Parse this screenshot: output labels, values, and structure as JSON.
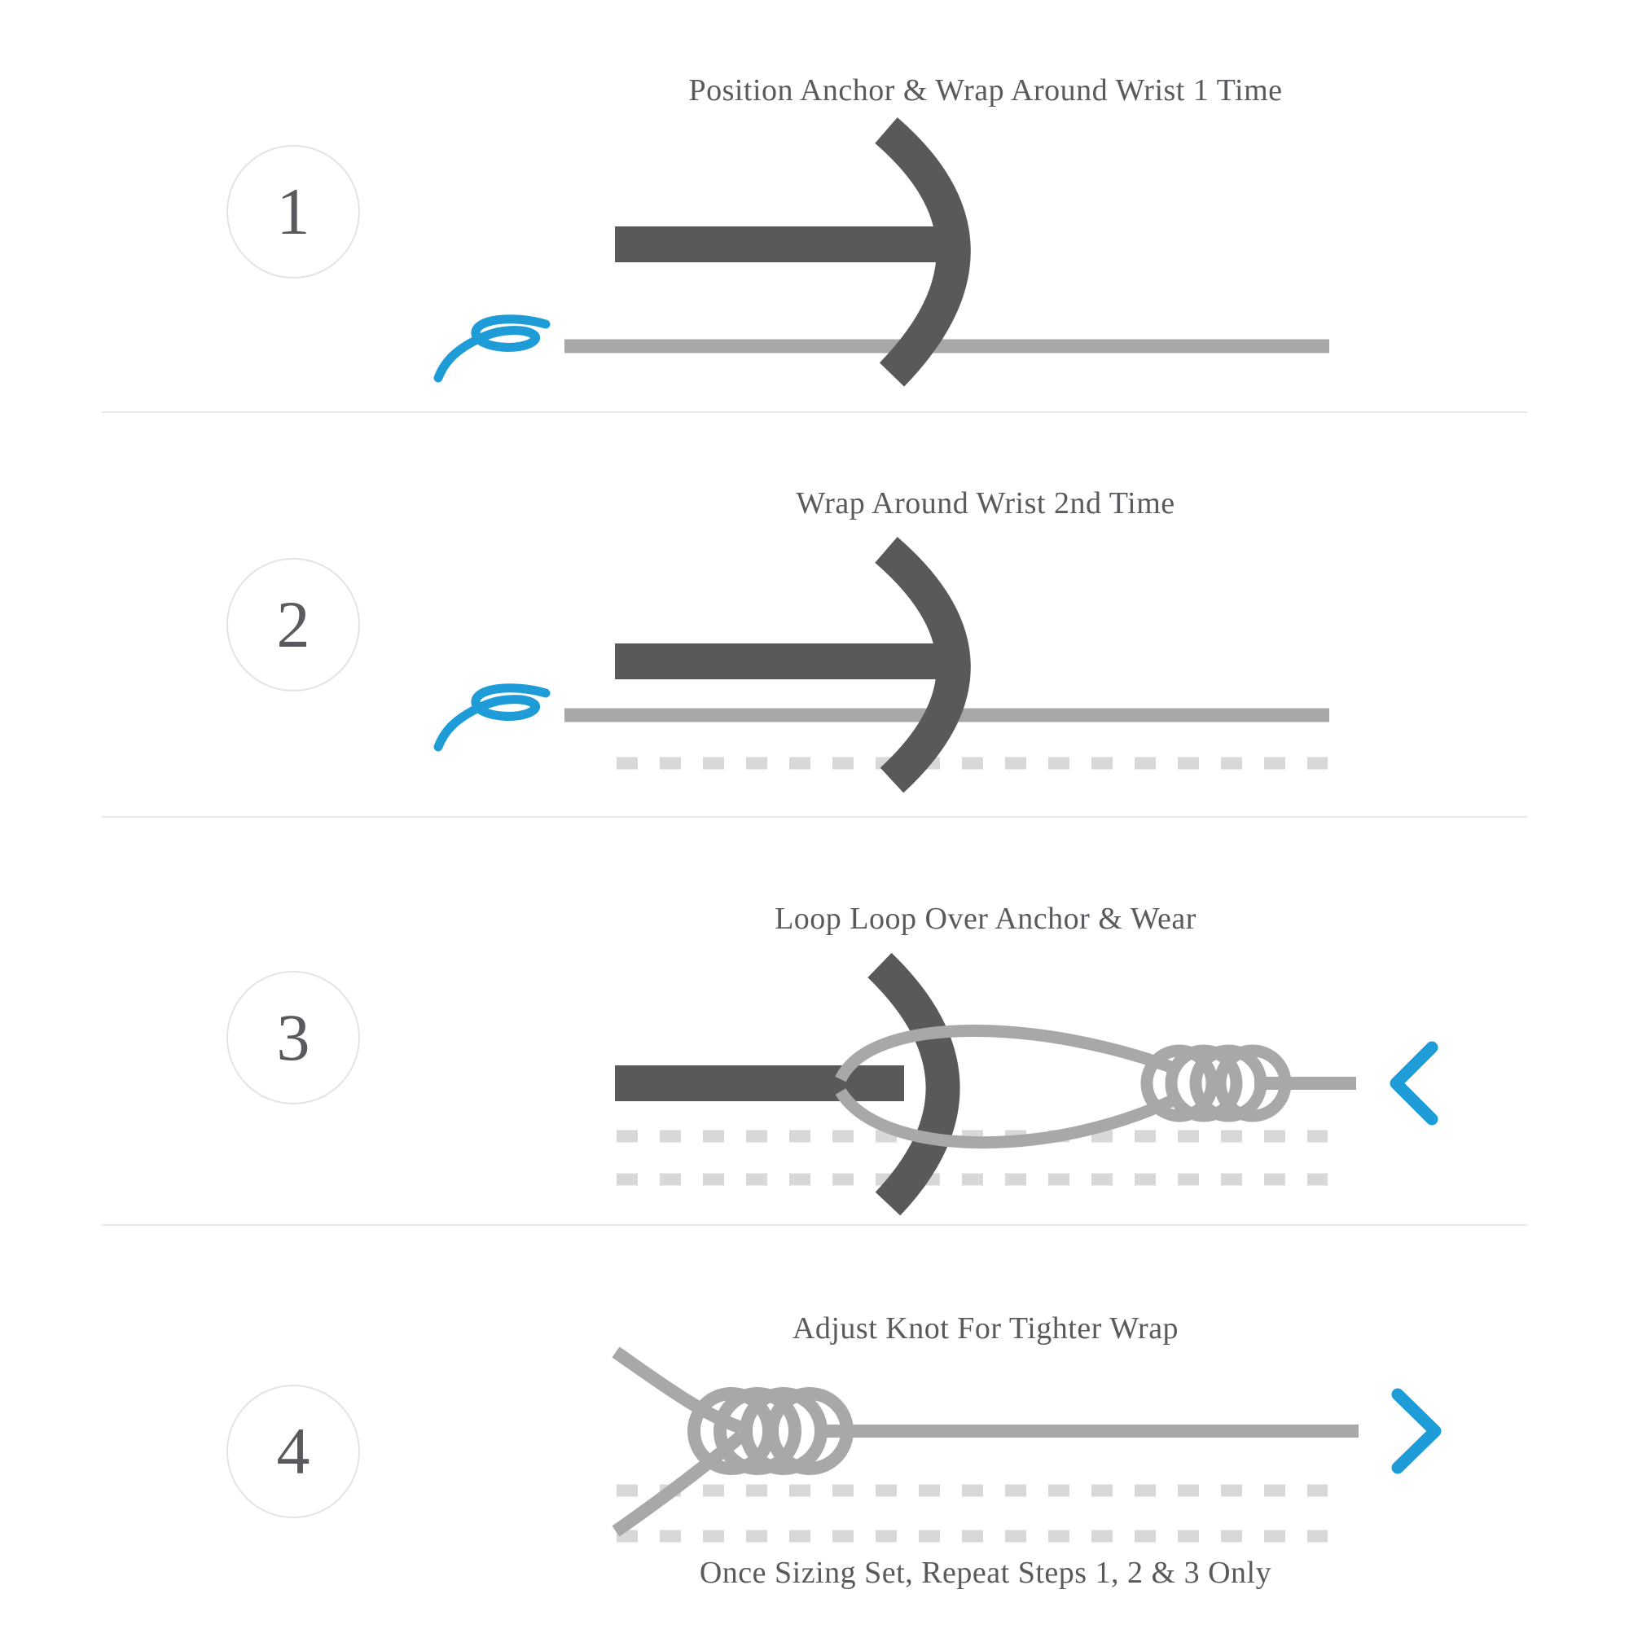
{
  "colors": {
    "page_bg": "#ffffff",
    "anchor_dark": "#58595b",
    "cord_gray": "#a8a8a8",
    "wrap_dash_gray": "#d8d8d8",
    "accent_blue": "#1e9cd7",
    "text_gray": "#5a5a5e",
    "circle_border": "#e3e3e4",
    "divider": "#e9e9e9"
  },
  "steps": [
    {
      "number": "1",
      "title": "Position Anchor & Wrap Around Wrist 1 Time"
    },
    {
      "number": "2",
      "title": "Wrap Around Wrist 2nd Time"
    },
    {
      "number": "3",
      "title": "Loop Loop Over Anchor & Wear"
    },
    {
      "number": "4",
      "title": "Adjust Knot For Tighter Wrap"
    }
  ],
  "footer": {
    "note": "Once Sizing Set, Repeat Steps 1, 2 & 3 Only"
  },
  "icons": {
    "flourish": "cord-end-flourish-icon",
    "chevron_left": "chevron-left-icon",
    "chevron_right": "chevron-right-icon"
  }
}
